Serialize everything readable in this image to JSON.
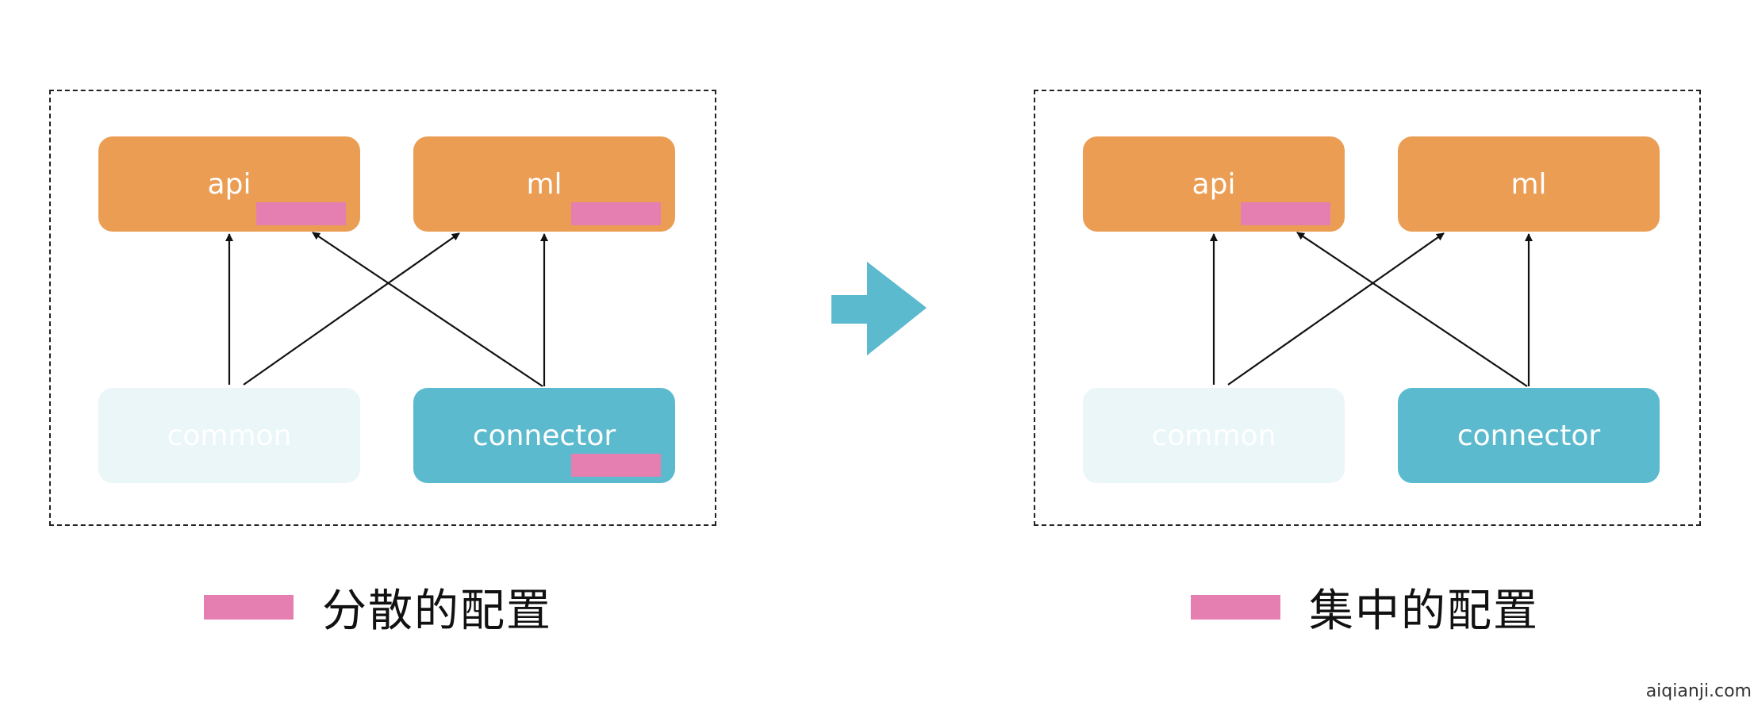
{
  "left_diagram": {
    "modules": {
      "api": "api",
      "ml": "ml",
      "common": "common",
      "connector": "connector"
    },
    "legend": "分散的配置"
  },
  "right_diagram": {
    "modules": {
      "api": "api",
      "ml": "ml",
      "common": "common",
      "connector": "connector"
    },
    "legend": "集中的配置"
  },
  "colors": {
    "service_module": "#eb9d54",
    "connector_module": "#5bbacd",
    "common_module": "#eaf6f8",
    "config_marker": "#e57fb1",
    "transition_arrow": "#5bbacd"
  },
  "watermark": "aiqianji.com"
}
